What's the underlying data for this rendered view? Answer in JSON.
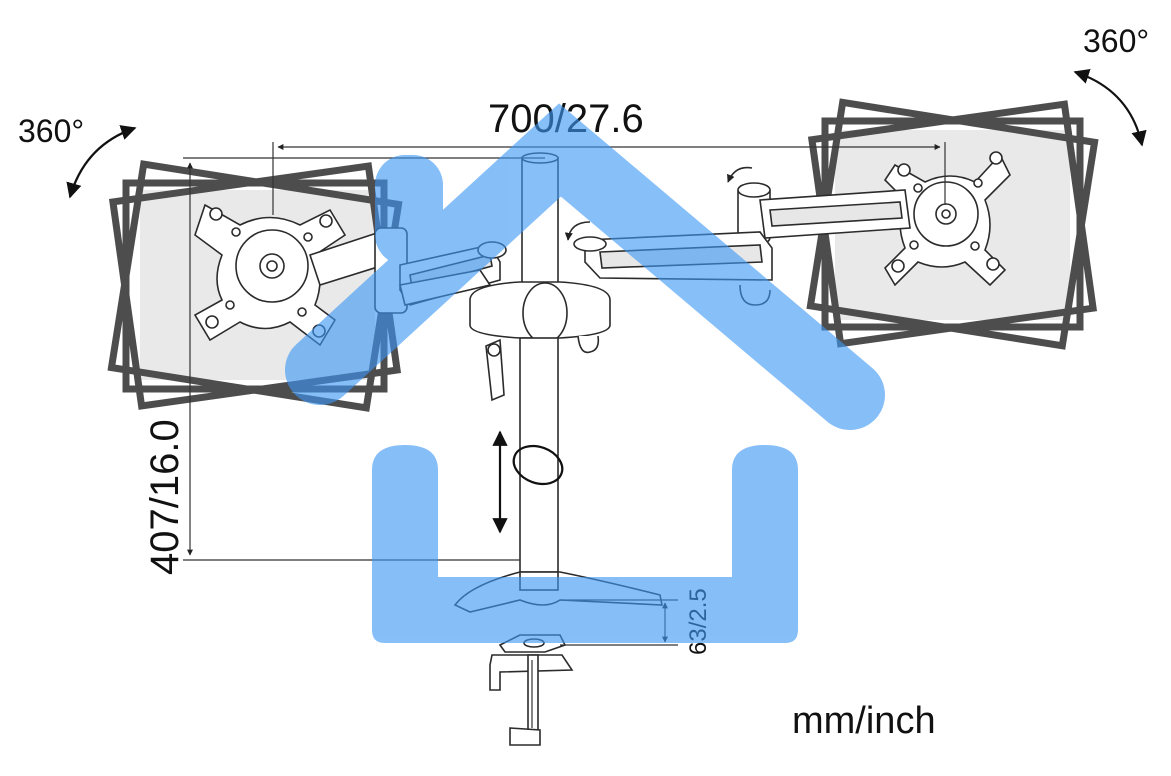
{
  "diagram": {
    "colors": {
      "watermark_blue": "#3d97f5",
      "line": "#2b2b2b",
      "frame": "#4d4d4d",
      "panel_fill": "#e9e9e9"
    },
    "labels": {
      "width_dimension": "700/27.6",
      "height_dimension": "407/16.0",
      "clamp_dimension": "63/2.5",
      "rotation_left": "360°",
      "rotation_right": "360°",
      "units": "mm/inch"
    }
  }
}
